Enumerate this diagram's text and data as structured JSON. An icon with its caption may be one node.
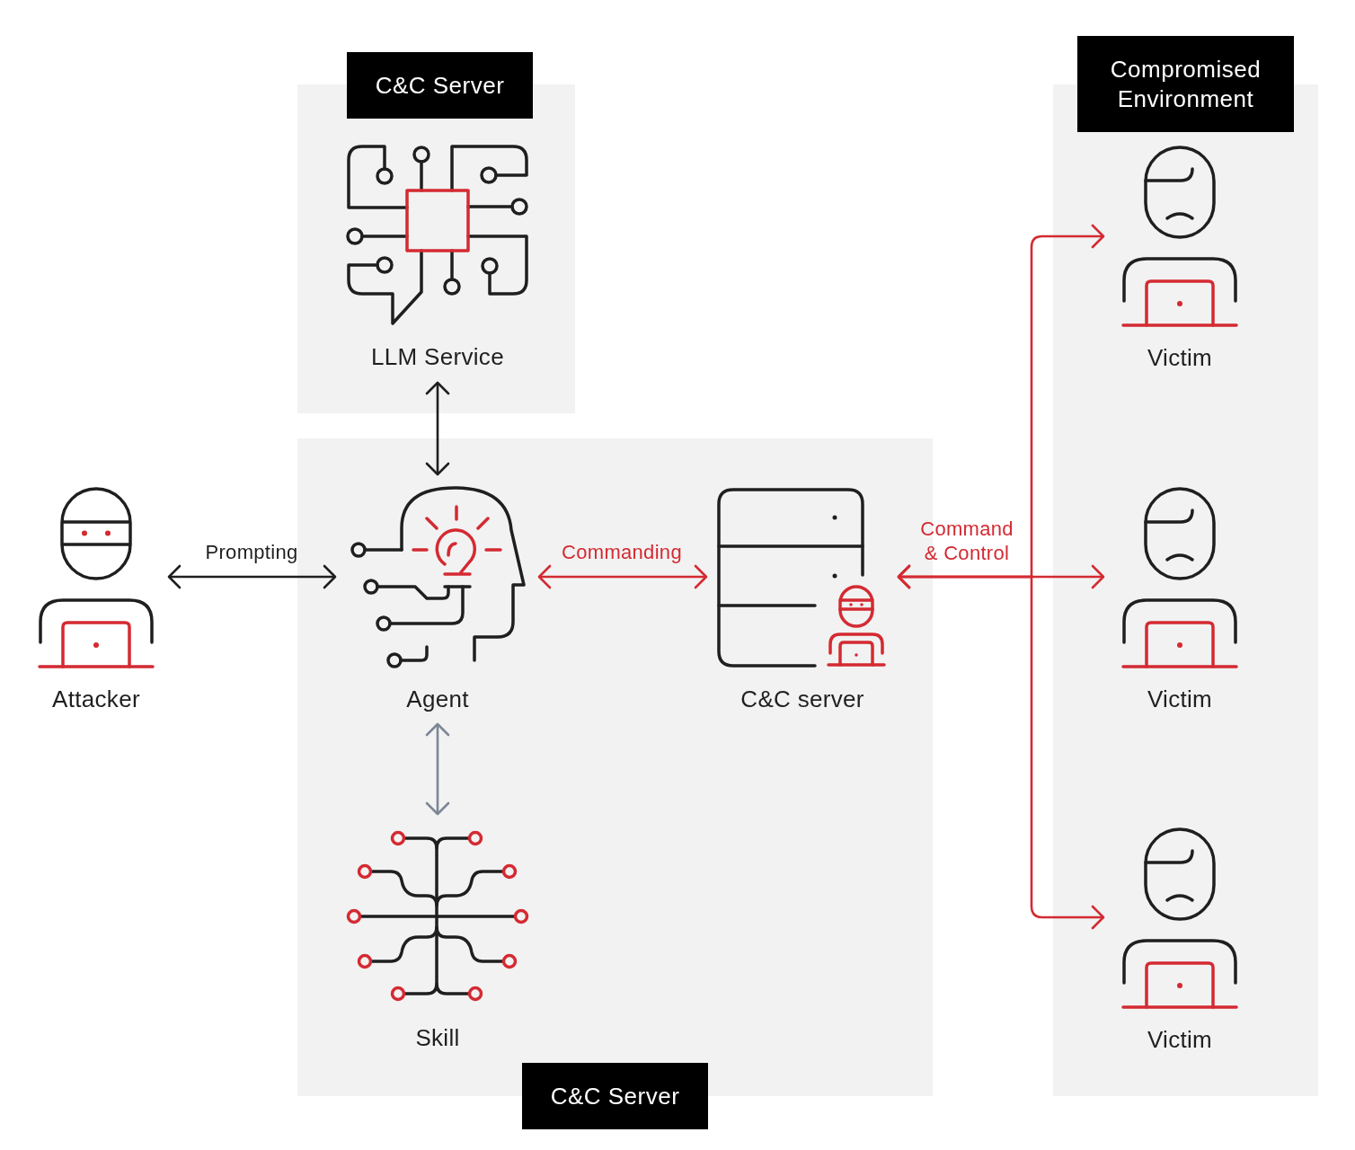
{
  "diagram": {
    "nodes": [
      {
        "text": [
          "C&C Server"
        ]
      },
      {
        "text": [
          "LLM Service"
        ],
        "in": 0
      },
      {
        "text": [
          "C&C Server"
        ]
      },
      {
        "text": [
          "Agent"
        ],
        "in": 2
      },
      {
        "text": [
          "C&C server"
        ],
        "in": 2
      },
      {
        "text": [
          "Skill"
        ],
        "in": 2
      },
      {
        "text": [
          "Attacker"
        ]
      },
      {
        "text": [
          "Compromised Environment"
        ]
      },
      {
        "text": [
          "Victim"
        ],
        "in": 7
      },
      {
        "text": [
          "Victim"
        ],
        "in": 7
      },
      {
        "text": [
          "Victim"
        ],
        "in": 7
      }
    ],
    "edges": [
      {
        "from": 1,
        "to": 3,
        "arrow": "both",
        "color": "#1f1f1f"
      },
      {
        "from": 6,
        "to": 3,
        "arrow": "both",
        "label": "Prompting",
        "color": "#1f1f1f"
      },
      {
        "from": 3,
        "to": 4,
        "arrow": "both",
        "label": "Commanding"
      },
      {
        "from": 4,
        "to": 8,
        "arrow": "both"
      },
      {
        "from": 4,
        "to": 9,
        "arrow": "both",
        "label": "Command & Control"
      },
      {
        "from": 4,
        "to": 10,
        "arrow": "both"
      },
      {
        "from": 3,
        "to": 5,
        "arrow": "both",
        "color": "#7d8696"
      }
    ]
  }
}
